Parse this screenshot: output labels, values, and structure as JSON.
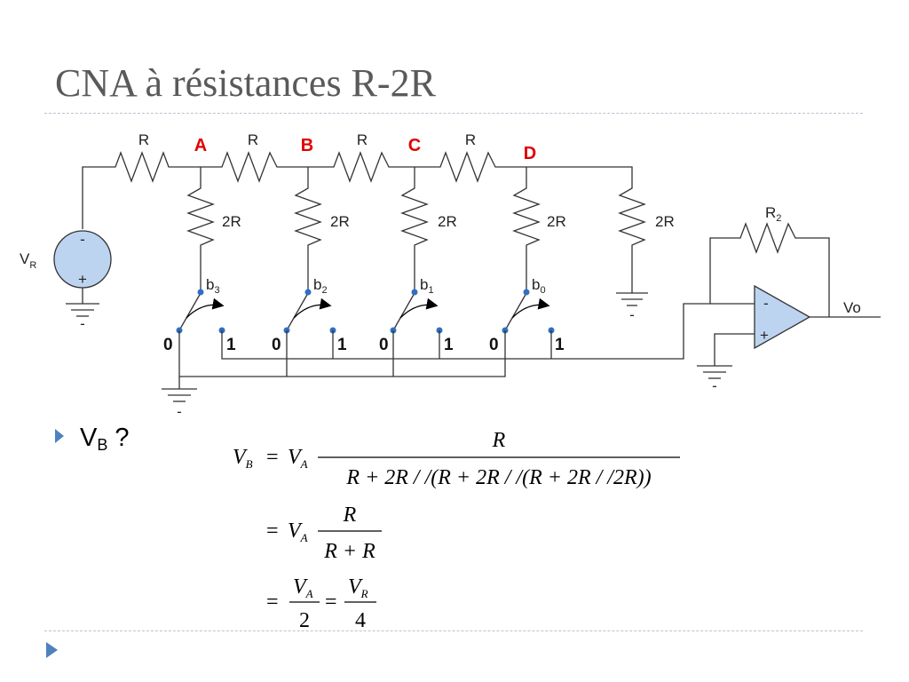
{
  "slide": {
    "title": "CNA à résistances R-2R",
    "bullet": {
      "main": "V",
      "sub": "B",
      "tail": " ?"
    }
  },
  "circuit": {
    "series_resistor": "R",
    "shunt_resistor": "2R",
    "feedback_resistor": {
      "main": "R",
      "sub": "2"
    },
    "source": {
      "main": "V",
      "sub": "R"
    },
    "nodes": [
      "A",
      "B",
      "C",
      "D"
    ],
    "bits": [
      {
        "main": "b",
        "sub": "3"
      },
      {
        "main": "b",
        "sub": "2"
      },
      {
        "main": "b",
        "sub": "1"
      },
      {
        "main": "b",
        "sub": "0"
      }
    ],
    "switch_zero": "0",
    "switch_one": "1",
    "output": "Vo",
    "opamp_minus": "-",
    "opamp_plus": "+",
    "source_minus": "-",
    "source_plus": "+"
  },
  "equations": {
    "line1": {
      "lhs_main": "V",
      "lhs_sub": "B",
      "op": "=",
      "factor_main": "V",
      "factor_sub": "A",
      "numerator": "R",
      "denominator": "R + 2R / /(R + 2R / /(R + 2R / /2R))"
    },
    "line2": {
      "op": "=",
      "factor_main": "V",
      "factor_sub": "A",
      "numerator": "R",
      "denominator": "R + R"
    },
    "line3": {
      "op1": "=",
      "frac1_num_main": "V",
      "frac1_num_sub": "A",
      "frac1_den": "2",
      "op2": "=",
      "frac2_num_main": "V",
      "frac2_num_sub": "R",
      "frac2_den": "4"
    }
  },
  "colors": {
    "title": "#5a5a5a",
    "node_label": "#e00000",
    "bullet_arrow": "#4f81bd",
    "wire": "#333333",
    "source_fill": "#bcd4f0",
    "opamp_fill": "#bcd4f0",
    "switch_dot": "#2f6fc4"
  }
}
